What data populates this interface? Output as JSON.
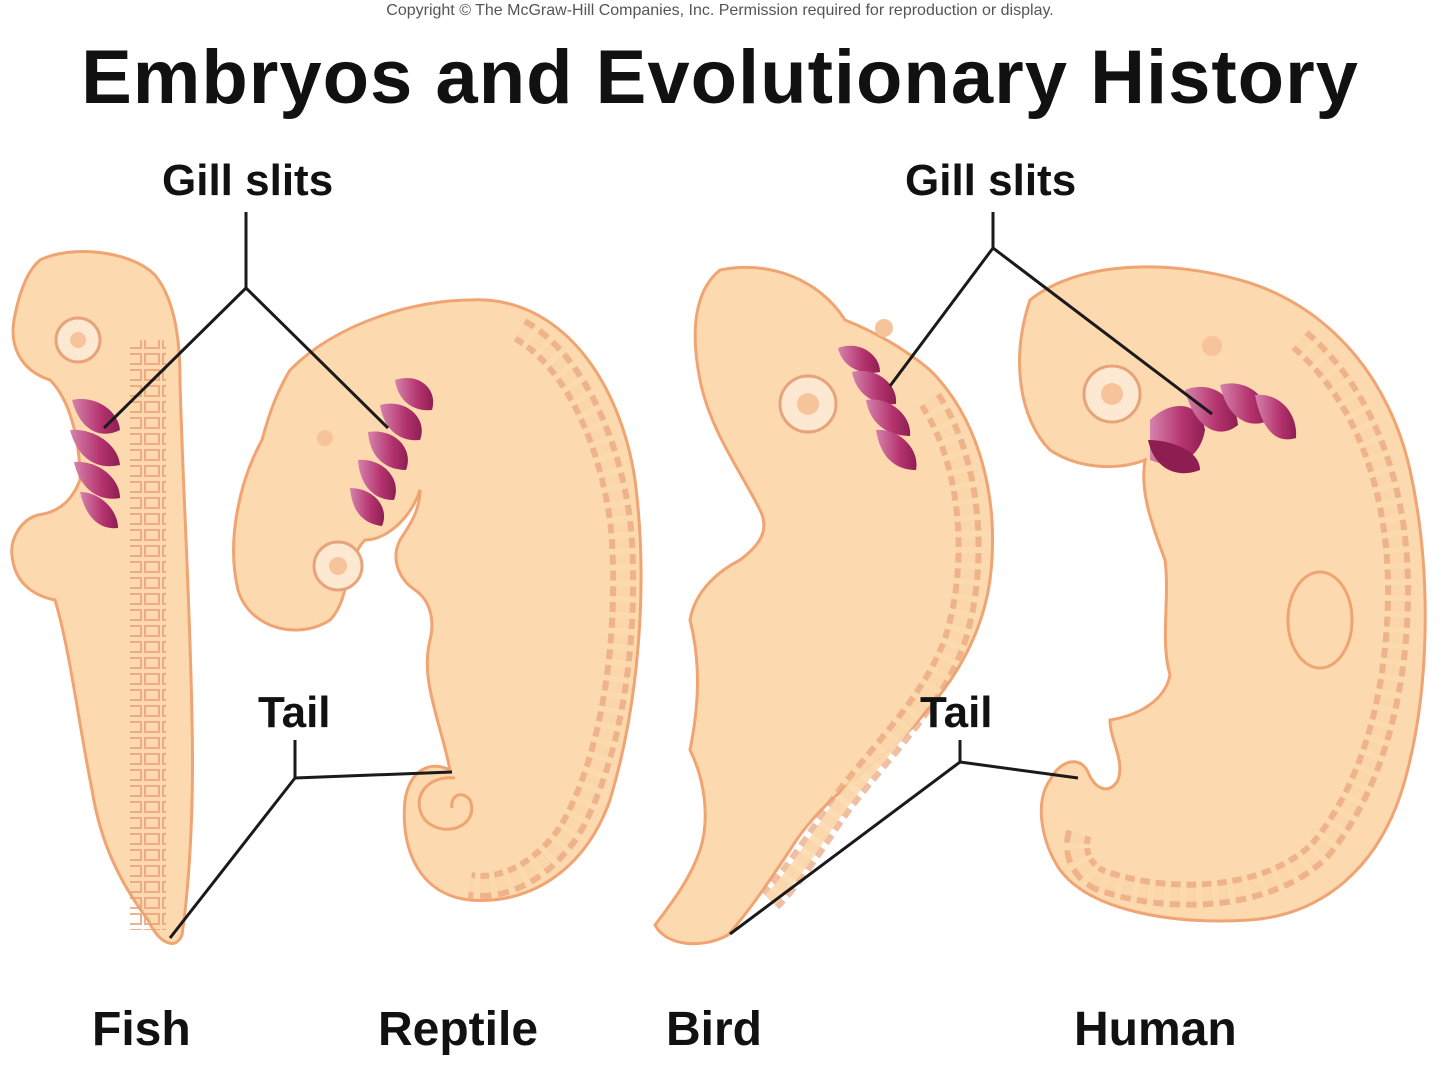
{
  "copyright": "Copyright © The McGraw-Hill Companies, Inc. Permission required for reproduction or display.",
  "title": "Embryos and Evolutionary History",
  "labels": {
    "gill_slits_left": "Gill slits",
    "gill_slits_right": "Gill slits",
    "tail_left": "Tail",
    "tail_right": "Tail"
  },
  "species": {
    "fish": "Fish",
    "reptile": "Reptile",
    "bird": "Bird",
    "human": "Human"
  },
  "colors": {
    "embryo_fill": "#fcd9ae",
    "embryo_outline": "#f0a472",
    "gill": "#b4336e",
    "leader_line": "#1a1a1a"
  }
}
